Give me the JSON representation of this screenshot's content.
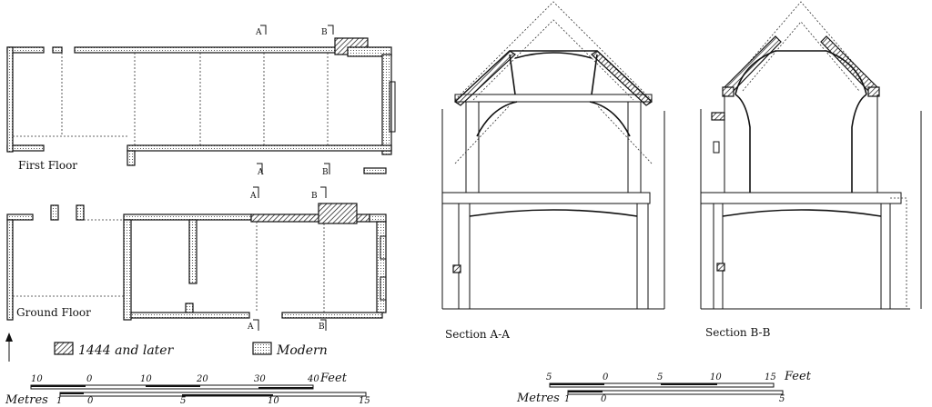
{
  "plans": {
    "first_floor_label": "First Floor",
    "ground_floor_label": "Ground Floor",
    "section_marks": {
      "a": "A",
      "b": "B"
    }
  },
  "legend": {
    "hatched_label": "1444 and later",
    "dotted_label": "Modern"
  },
  "scale_left": {
    "feet_label": "Feet",
    "feet_ticks": [
      "10",
      "0",
      "10",
      "20",
      "30",
      "40"
    ],
    "metres_label": "Metres",
    "metres_ticks": [
      "1",
      "0",
      "5",
      "10",
      "15"
    ]
  },
  "sections": {
    "a_label": "Section A-A",
    "b_label": "Section B-B"
  },
  "scale_right": {
    "feet_label": "Feet",
    "feet_ticks": [
      "5",
      "0",
      "5",
      "10",
      "15"
    ],
    "metres_label": "Metres",
    "metres_ticks": [
      "1",
      "0",
      "5"
    ]
  }
}
